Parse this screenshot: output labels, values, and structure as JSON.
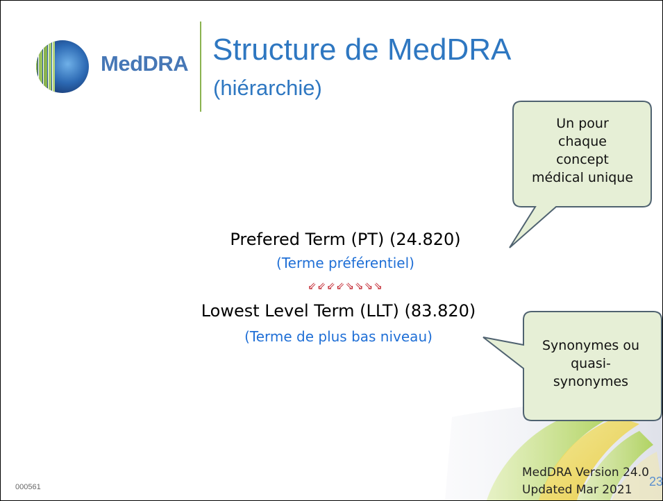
{
  "logo": {
    "text": "MedDRA"
  },
  "title": "Structure de MedDRA",
  "subtitle": "(hiérarchie)",
  "callouts": [
    {
      "lines": [
        "Un pour",
        "chaque",
        "concept",
        "médical unique"
      ]
    },
    {
      "lines": [
        "Synonymes ou",
        "quasi-",
        "synonymes"
      ]
    }
  ],
  "hierarchy": {
    "pt": "Prefered Term (PT) (24.820)",
    "pt_fr": "(Terme préférentiel)",
    "arrows": "⇙⇙⇙⇙⇘⇘⇘⇘",
    "llt": "Lowest Level Term (LLT) (83.820)",
    "llt_fr": "(Terme de plus bas niveau)"
  },
  "footer": {
    "ref": "000561",
    "version_line1": "MedDRA Version 24.0",
    "version_line2": "Updated Mar 2021",
    "page_number": "23"
  },
  "colors": {
    "title": "#2e77c1",
    "logo_green": "#8ab34f",
    "callout_fill": "#e6efd6",
    "callout_stroke": "#4f6270"
  }
}
